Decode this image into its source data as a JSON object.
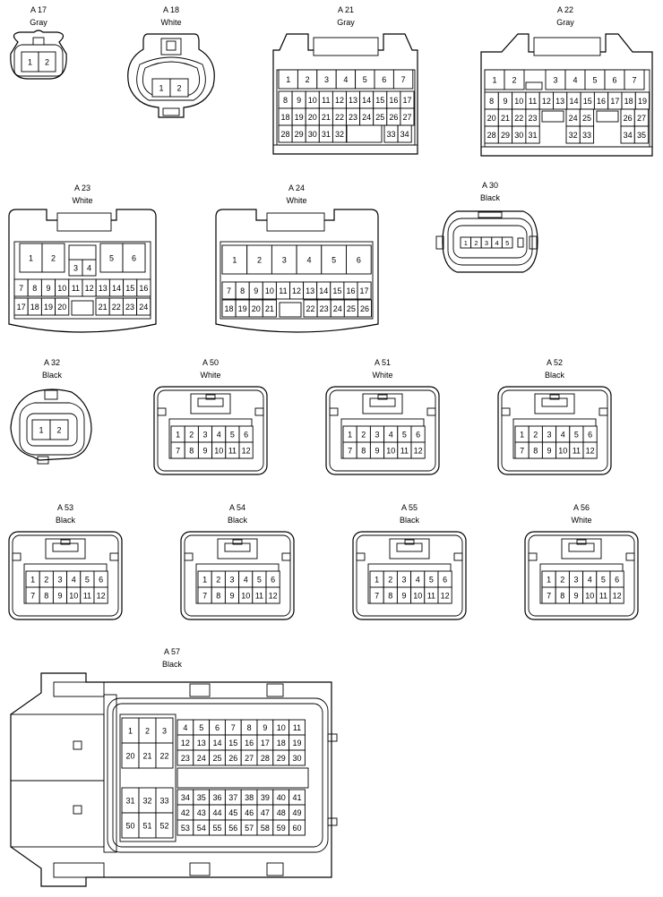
{
  "connectors": [
    {
      "id": "A 17",
      "color": "Gray",
      "pins": [
        "1",
        "2"
      ]
    },
    {
      "id": "A 18",
      "color": "White",
      "pins": [
        "1",
        "2"
      ]
    },
    {
      "id": "A 21",
      "color": "Gray",
      "pins": [
        "1",
        "2",
        "3",
        "4",
        "5",
        "6",
        "7",
        "8",
        "9",
        "10",
        "11",
        "12",
        "13",
        "14",
        "15",
        "16",
        "17",
        "18",
        "19",
        "20",
        "21",
        "22",
        "23",
        "24",
        "25",
        "26",
        "27",
        "28",
        "29",
        "30",
        "31",
        "32",
        "33",
        "34"
      ]
    },
    {
      "id": "A 22",
      "color": "Gray",
      "pins": [
        "1",
        "2",
        "3",
        "4",
        "5",
        "6",
        "7",
        "8",
        "9",
        "10",
        "11",
        "12",
        "13",
        "14",
        "15",
        "16",
        "17",
        "18",
        "19",
        "20",
        "21",
        "22",
        "23",
        "24",
        "25",
        "26",
        "27",
        "28",
        "29",
        "30",
        "31",
        "32",
        "33",
        "34",
        "35"
      ]
    },
    {
      "id": "A 23",
      "color": "White",
      "pins": [
        "1",
        "2",
        "3",
        "4",
        "5",
        "6",
        "7",
        "8",
        "9",
        "10",
        "11",
        "12",
        "13",
        "14",
        "15",
        "16",
        "17",
        "18",
        "19",
        "20",
        "21",
        "22",
        "23",
        "24"
      ]
    },
    {
      "id": "A 24",
      "color": "White",
      "pins": [
        "1",
        "2",
        "3",
        "4",
        "5",
        "6",
        "7",
        "8",
        "9",
        "10",
        "11",
        "12",
        "13",
        "14",
        "15",
        "16",
        "17",
        "18",
        "19",
        "20",
        "21",
        "22",
        "23",
        "24",
        "25",
        "26"
      ]
    },
    {
      "id": "A 30",
      "color": "Black",
      "pins": [
        "1",
        "2",
        "3",
        "4",
        "5"
      ]
    },
    {
      "id": "A 32",
      "color": "Black",
      "pins": [
        "1",
        "2"
      ]
    },
    {
      "id": "A 50",
      "color": "White",
      "pins": [
        "1",
        "2",
        "3",
        "4",
        "5",
        "6",
        "7",
        "8",
        "9",
        "10",
        "11",
        "12"
      ]
    },
    {
      "id": "A 51",
      "color": "White",
      "pins": [
        "1",
        "2",
        "3",
        "4",
        "5",
        "6",
        "7",
        "8",
        "9",
        "10",
        "11",
        "12"
      ]
    },
    {
      "id": "A 52",
      "color": "Black",
      "pins": [
        "1",
        "2",
        "3",
        "4",
        "5",
        "6",
        "7",
        "8",
        "9",
        "10",
        "11",
        "12"
      ]
    },
    {
      "id": "A 53",
      "color": "Black",
      "pins": [
        "1",
        "2",
        "3",
        "4",
        "5",
        "6",
        "7",
        "8",
        "9",
        "10",
        "11",
        "12"
      ]
    },
    {
      "id": "A 54",
      "color": "Black",
      "pins": [
        "1",
        "2",
        "3",
        "4",
        "5",
        "6",
        "7",
        "8",
        "9",
        "10",
        "11",
        "12"
      ]
    },
    {
      "id": "A 55",
      "color": "Black",
      "pins": [
        "1",
        "2",
        "3",
        "4",
        "5",
        "6",
        "7",
        "8",
        "9",
        "10",
        "11",
        "12"
      ]
    },
    {
      "id": "A 56",
      "color": "White",
      "pins": [
        "1",
        "2",
        "3",
        "4",
        "5",
        "6",
        "7",
        "8",
        "9",
        "10",
        "11",
        "12"
      ]
    },
    {
      "id": "A 57",
      "color": "Black",
      "pins": [
        "1",
        "2",
        "3",
        "4",
        "5",
        "6",
        "7",
        "8",
        "9",
        "10",
        "11",
        "12",
        "13",
        "14",
        "15",
        "16",
        "17",
        "18",
        "19",
        "20",
        "21",
        "22",
        "23",
        "24",
        "25",
        "26",
        "27",
        "28",
        "29",
        "30",
        "31",
        "32",
        "33",
        "34",
        "35",
        "36",
        "37",
        "38",
        "39",
        "40",
        "41",
        "42",
        "43",
        "44",
        "45",
        "46",
        "47",
        "48",
        "49",
        "50",
        "51",
        "52",
        "53",
        "54",
        "55",
        "56",
        "57",
        "58",
        "59",
        "60"
      ]
    }
  ]
}
